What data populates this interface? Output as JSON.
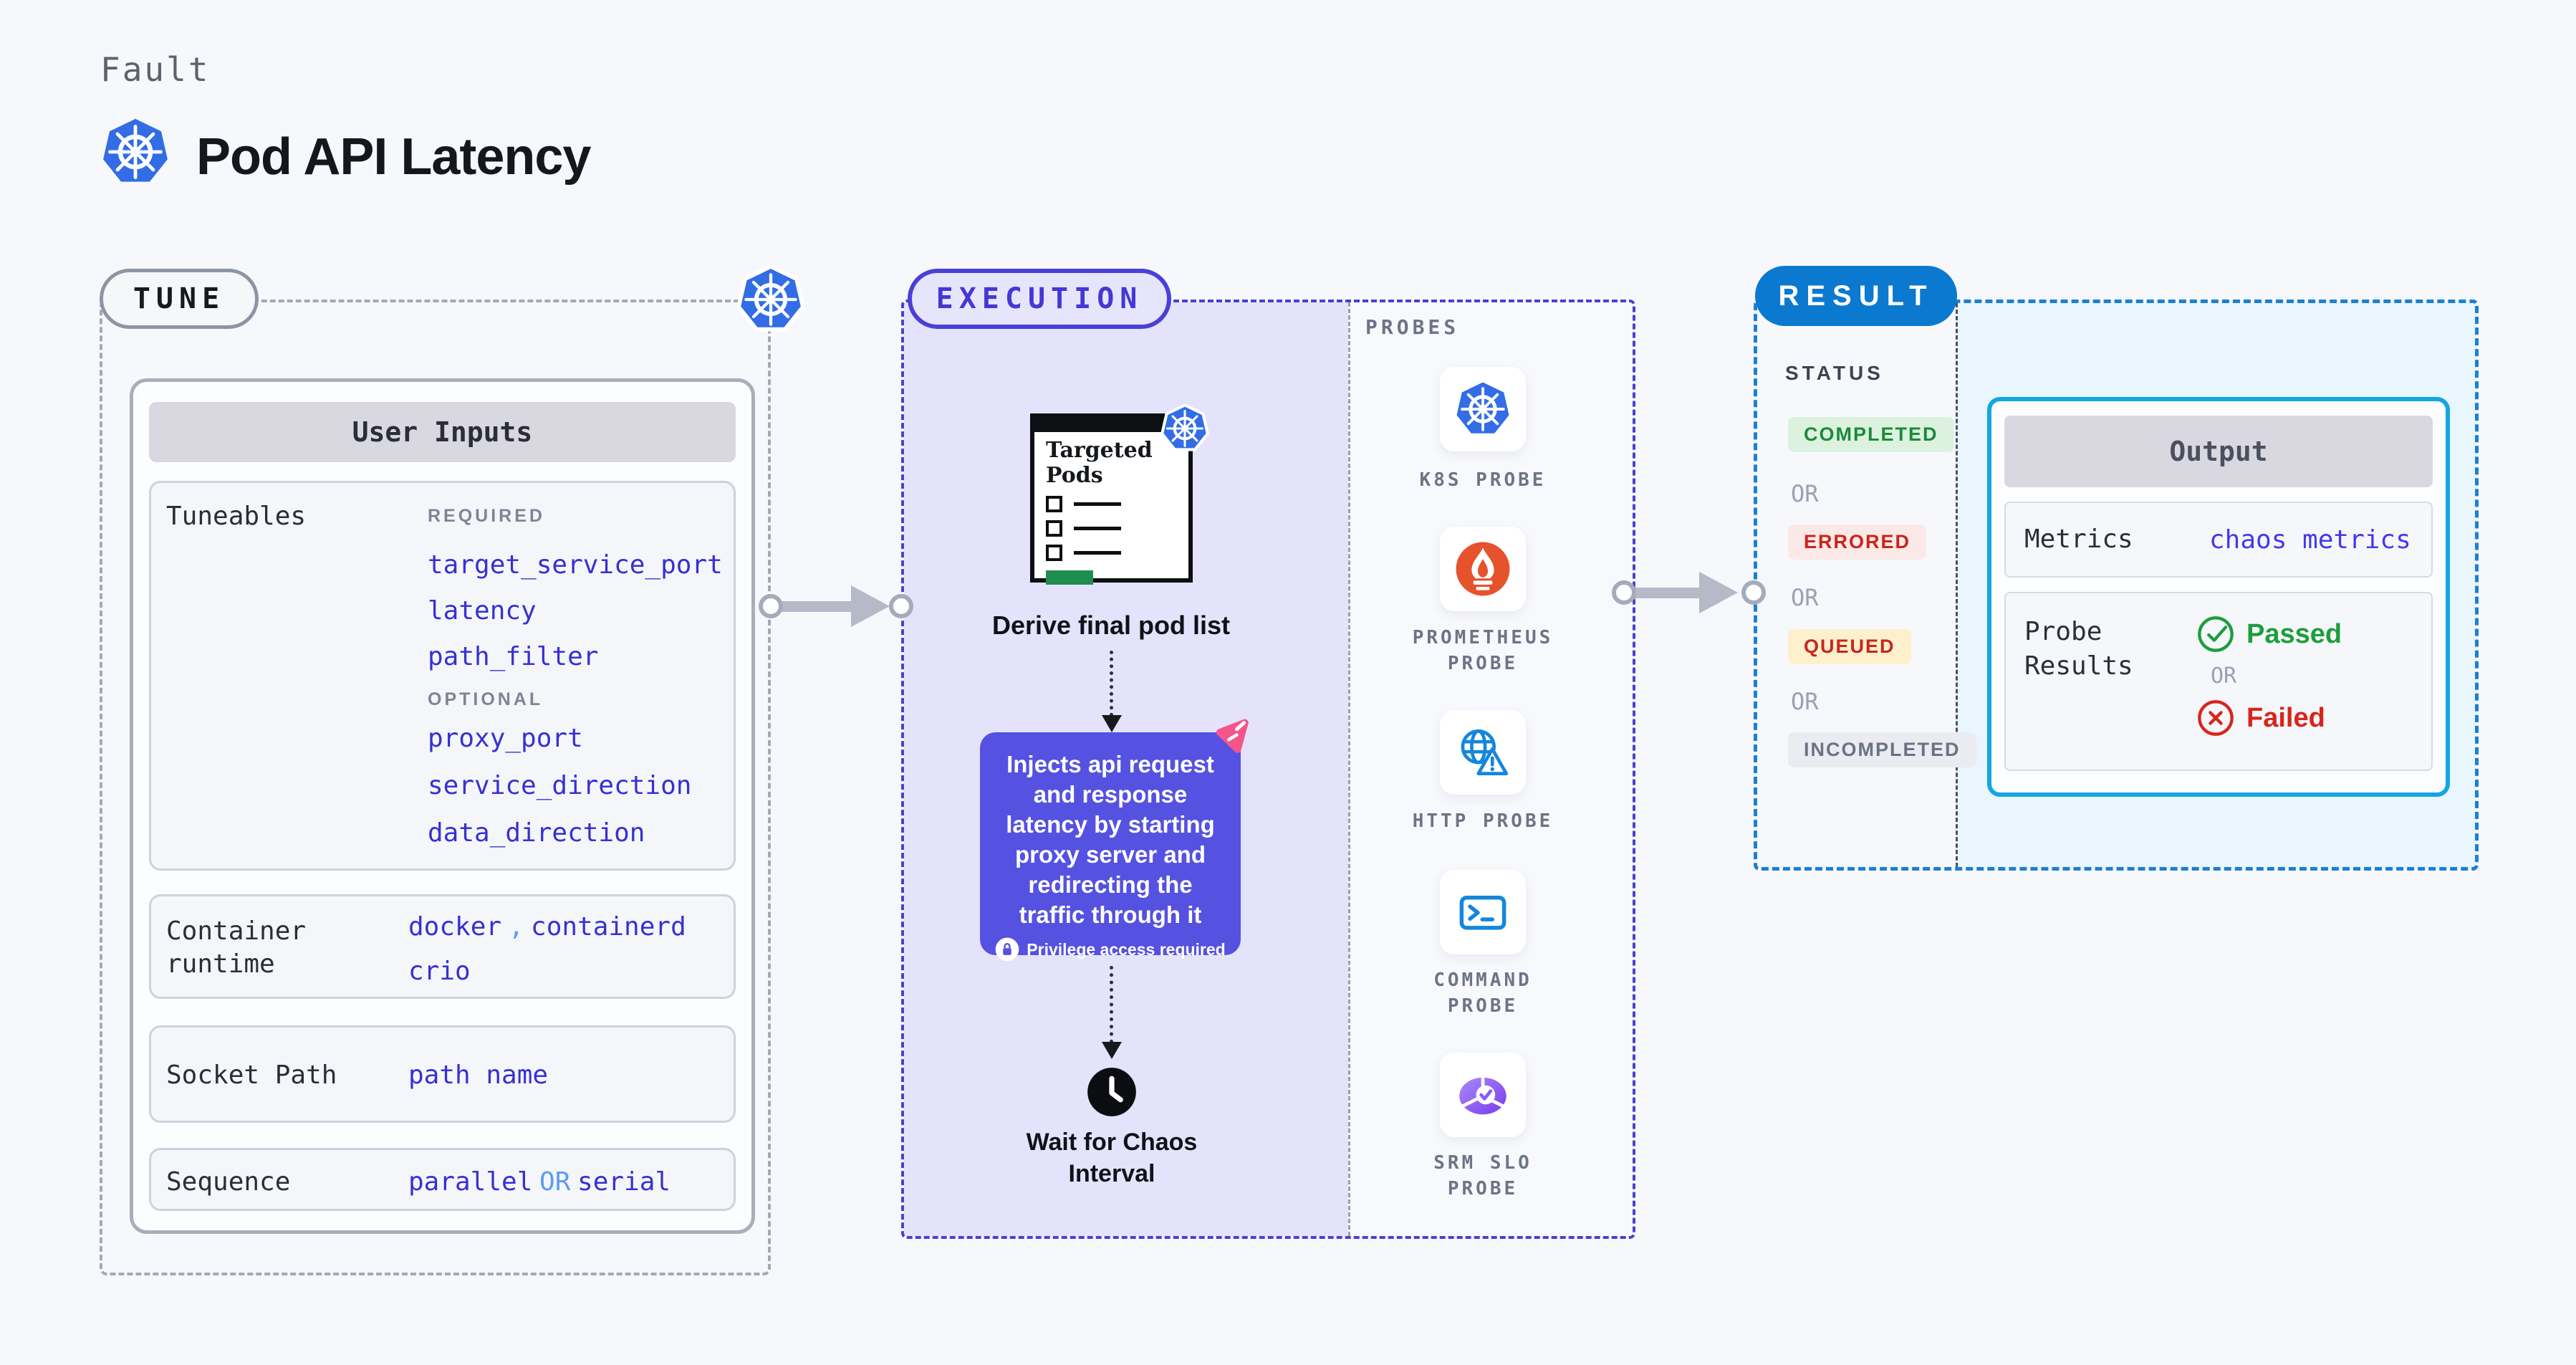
{
  "page": {
    "kicker": "Fault",
    "title": "Pod API Latency"
  },
  "tune": {
    "badge": "TUNE",
    "panel_title": "User Inputs",
    "tuneables_label": "Tuneables",
    "required_label": "REQUIRED",
    "required_items": [
      "target_service_port",
      "latency",
      "path_filter"
    ],
    "optional_label": "OPTIONAL",
    "optional_items": [
      "proxy_port",
      "service_direction",
      "data_direction"
    ],
    "container_runtime_label": "Container runtime",
    "runtime_value_1": "docker",
    "runtime_separator": ",",
    "runtime_value_2": "containerd",
    "runtime_value_3": "crio",
    "socket_path_label": "Socket Path",
    "socket_path_value": "path name",
    "sequence_label": "Sequence",
    "sequence_value_1": "parallel",
    "sequence_or": "OR",
    "sequence_value_2": "serial"
  },
  "execution": {
    "badge": "EXECUTION",
    "pod_list_title": "Targeted Pods",
    "derive_label": "Derive final pod list",
    "inject_description": "Injects api request and response latency by starting proxy server and redirecting the traffic through it",
    "privilege_label": "Privilege access required",
    "wait_label": "Wait for Chaos Interval"
  },
  "probes": {
    "heading": "PROBES",
    "items": [
      {
        "label": "K8S PROBE",
        "icon": "kubernetes-icon"
      },
      {
        "label": "PROMETHEUS PROBE",
        "icon": "prometheus-icon"
      },
      {
        "label": "HTTP PROBE",
        "icon": "http-globe-warning-icon"
      },
      {
        "label": "COMMAND PROBE",
        "icon": "terminal-icon"
      },
      {
        "label": "SRM SLO PROBE",
        "icon": "slo-donut-check-icon"
      }
    ]
  },
  "result": {
    "badge": "RESULT",
    "status_heading": "STATUS",
    "or_label": "OR",
    "statuses": [
      {
        "label": "COMPLETED",
        "fg": "#1b8a3a",
        "bg": "#dcf2df"
      },
      {
        "label": "ERRORED",
        "fg": "#c8251a",
        "bg": "#fbe9e7"
      },
      {
        "label": "QUEUED",
        "fg": "#c9251c",
        "bg": "#fdf0cd"
      },
      {
        "label": "INCOMPLETED",
        "fg": "#6b7285",
        "bg": "#ebecf1"
      }
    ],
    "output": {
      "title": "Output",
      "metrics_label": "Metrics",
      "metrics_value": "chaos metrics",
      "probe_results_label": "Probe Results",
      "passed_label": "Passed",
      "or_label": "OR",
      "failed_label": "Failed"
    }
  },
  "colors": {
    "page_bg": "#f7f8fb",
    "code_indigo": "#3730d3",
    "separator_blue": "#5a9cf6",
    "kubernetes_blue": "#326de6",
    "execution_indigo": "#4a3fd6",
    "execution_panel_bg": "#e4e3fb",
    "inject_box_purple": "#5551e1",
    "litmus_pink": "#f5558a",
    "prometheus_orange": "#e6522c",
    "probe_icon_blue": "#1486dd",
    "srm_purple": "#8b5cf6",
    "pod_green_bar": "#1e8e4f",
    "result_blue": "#0b79cf",
    "result_dashed_border": "#1b80d4",
    "output_border_cyan": "#14a5e3",
    "output_panel_bg": "#e9f6fd",
    "passed_green": "#1b9e3c",
    "failed_red": "#d7251c"
  }
}
